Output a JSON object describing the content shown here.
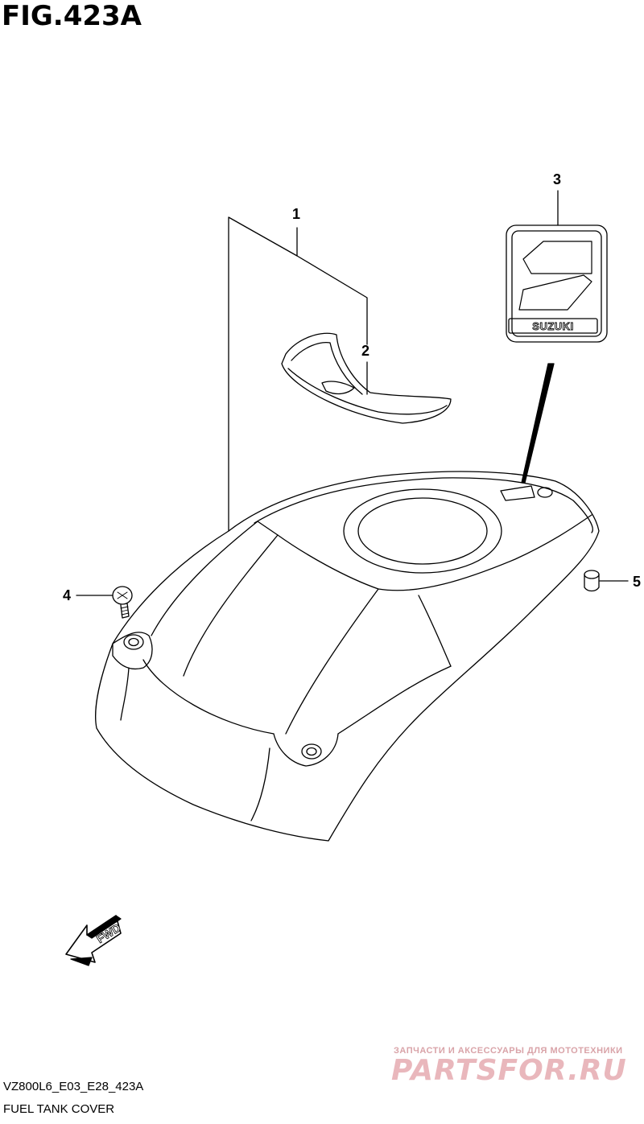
{
  "figure": {
    "title": "FIG.423A"
  },
  "callouts": [
    {
      "id": "1",
      "label": "1"
    },
    {
      "id": "2",
      "label": "2"
    },
    {
      "id": "3",
      "label": "3"
    },
    {
      "id": "4",
      "label": "4"
    },
    {
      "id": "5",
      "label": "5"
    }
  ],
  "emblem": {
    "brand_text": "SUZUKI"
  },
  "fwd_arrow": {
    "label": "FWD"
  },
  "footer": {
    "code": "VZ800L6_E03_E28_423A",
    "name": "FUEL TANK COVER"
  },
  "watermark": {
    "tagline": "ЗАПЧАСТИ И АКСЕССУАРЫ ДЛЯ МОТОТЕХНИКИ",
    "site": "PARTSFOR.RU",
    "color": "#e9b7bc"
  },
  "colors": {
    "line": "#000000",
    "background": "#ffffff"
  }
}
